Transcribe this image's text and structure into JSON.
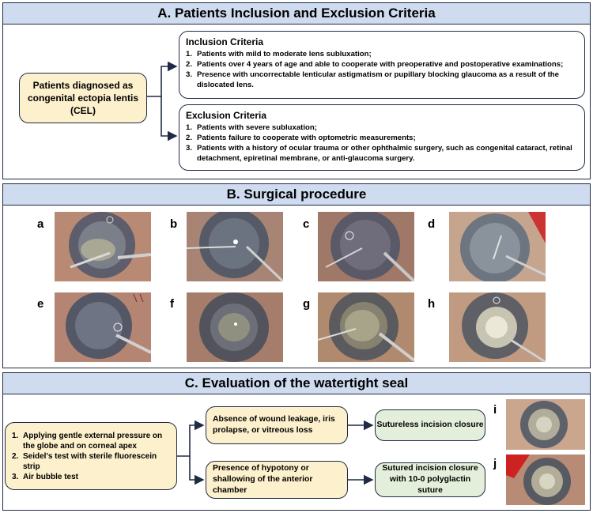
{
  "section_a": {
    "title": "A. Patients Inclusion and Exclusion Criteria",
    "patients_box": "Patients diagnosed as congenital ectopia lentis (CEL)",
    "inclusion": {
      "title": "Inclusion Criteria",
      "items": [
        {
          "num": "1.",
          "text": "Patients with mild to moderate lens subluxation;"
        },
        {
          "num": "2.",
          "text": "Patients over 4 years of age and able to cooperate with preoperative and postoperative examinations;"
        },
        {
          "num": "3.",
          "text": "Presence with uncorrectable lenticular astigmatism or pupillary blocking glaucoma as a result of the dislocated lens."
        }
      ]
    },
    "exclusion": {
      "title": "Exclusion Criteria",
      "items": [
        {
          "num": "1.",
          "text": "Patients with severe subluxation;"
        },
        {
          "num": "2.",
          "text": "Patients failure to cooperate with optometric measurements;"
        },
        {
          "num": "3.",
          "text": "Patients with a history of ocular trauma or other ophthalmic surgery, such as congenital cataract, retinal detachment, epiretinal membrane, or anti-glaucoma surgery."
        }
      ]
    }
  },
  "section_b": {
    "title": "B. Surgical procedure",
    "labels": [
      "a",
      "b",
      "c",
      "d",
      "e",
      "f",
      "g",
      "h"
    ]
  },
  "section_c": {
    "title": "C. Evaluation of the watertight seal",
    "tests": [
      {
        "num": "1.",
        "text": "Applying gentle external pressure on the globe and on corneal apex"
      },
      {
        "num": "2.",
        "text": "Seidel's test with sterile fluorescein strip"
      },
      {
        "num": "3.",
        "text": "Air bubble test"
      }
    ],
    "cond_top": "Absence of wound leakage, iris prolapse, or vitreous loss",
    "cond_bottom": "Presence of hypotony or shallowing of the anterior chamber",
    "result_top": "Sutureless incision closure",
    "result_bottom": "Sutured incision closure with 10-0 polyglactin suture",
    "labels": [
      "i",
      "j"
    ]
  },
  "colors": {
    "banner": "#cfdcef",
    "yellow_box": "#fdf0cc",
    "green_box": "#e4efdb",
    "border": "#1f2a44"
  }
}
